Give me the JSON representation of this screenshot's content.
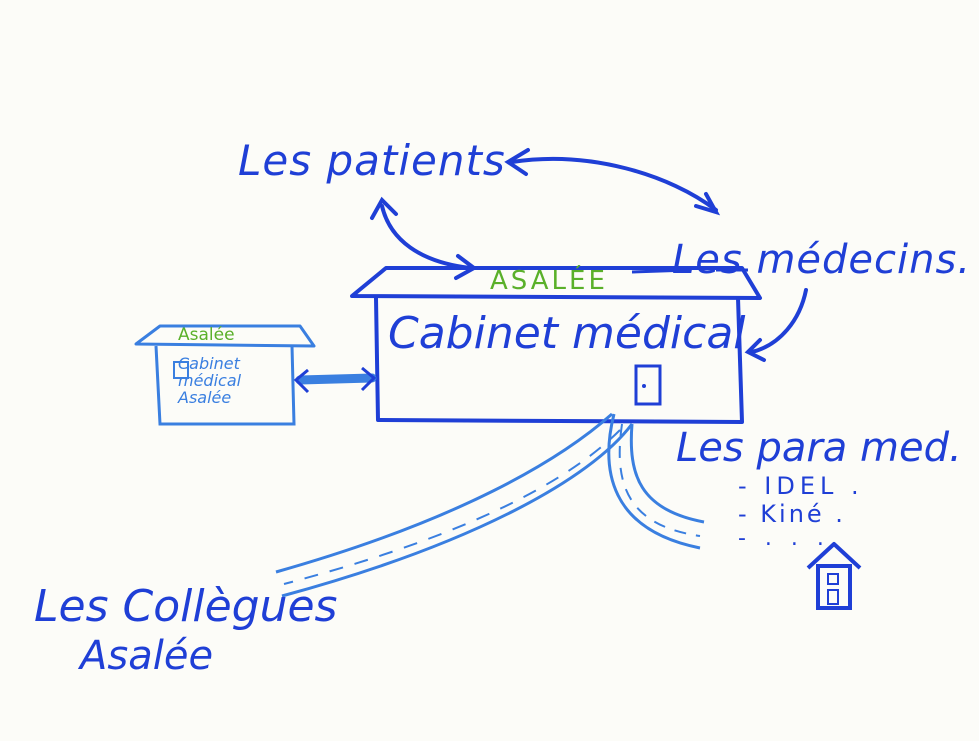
{
  "labels": {
    "patients": "Les patients",
    "medecins": "Les médecins.",
    "asalee_main": "ASALÉE",
    "cabinet": "Cabinet médical",
    "paramedicaux": "Les para med.",
    "idel": "- IDEL .",
    "kine": "- Kiné .",
    "others": "- . . .",
    "collegues_line1": "Les Collègues",
    "collegues_line2": "Asalée",
    "asalee_small": "Asalée",
    "small_cabinet": "Cabinet\nmédical\nAsalée"
  },
  "colors": {
    "ink_dark_blue": "#1f3fd6",
    "ink_light_blue": "#3a7fe0",
    "ink_green": "#5ab02a",
    "paper": "#fcfcf8"
  },
  "icons": {
    "house": "house-icon",
    "door": "door-icon"
  }
}
